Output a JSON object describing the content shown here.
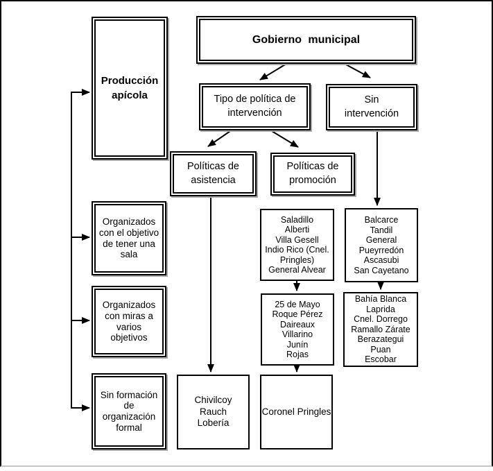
{
  "nodes": {
    "gobierno_municipal": {
      "label": "Gobierno municipal"
    },
    "produccion_apicola": {
      "label": "Producción\napícola"
    },
    "tipo_politica": {
      "label": "Tipo de política de\nintervención"
    },
    "sin_intervencion": {
      "label": "Sin\nintervención"
    },
    "politicas_asistencia": {
      "label": "Políticas de\nasistencia"
    },
    "politicas_promocion": {
      "label": "Políticas de\npromoción"
    },
    "organizados_sala": {
      "label": "Organizados\ncon el objetivo\nde tener una\nsala"
    },
    "organizados_varios": {
      "label": "Organizados\ncon miras a\nvarios\nobjetivos"
    },
    "sin_formacion": {
      "label": "Sin formación\nde\norganización\nformal"
    },
    "promocion_grupo_1": {
      "items": [
        "Saladillo",
        "Alberti",
        "Villa Gesell",
        "Indio Rico (Cnel. Pringles)",
        "General Alvear"
      ]
    },
    "sin_intervencion_grupo_1": {
      "items": [
        "Balcarce",
        "Tandil",
        "General Pueyrredón",
        "Ascasubi",
        "San Cayetano"
      ]
    },
    "promocion_grupo_2": {
      "items": [
        "25 de Mayo",
        "Roque Pérez",
        "Daireaux",
        "Villarino",
        "Junín",
        "Rojas"
      ]
    },
    "sin_intervencion_grupo_2": {
      "items": [
        "Bahía Blanca",
        "Laprida",
        "Cnel. Dorrego",
        "Ramallo Zárate",
        "Berazategui",
        "Puan",
        "Escobar"
      ]
    },
    "asistencia_grupo": {
      "items": [
        "Chivilcoy",
        "Rauch",
        "Lobería"
      ]
    },
    "promocion_grupo_3": {
      "items": [
        "Coronel Pringles"
      ]
    }
  },
  "colors": {
    "line": "#000000",
    "shadow": "#a9a9a9",
    "frame_bottom": "#c4c4c4"
  }
}
